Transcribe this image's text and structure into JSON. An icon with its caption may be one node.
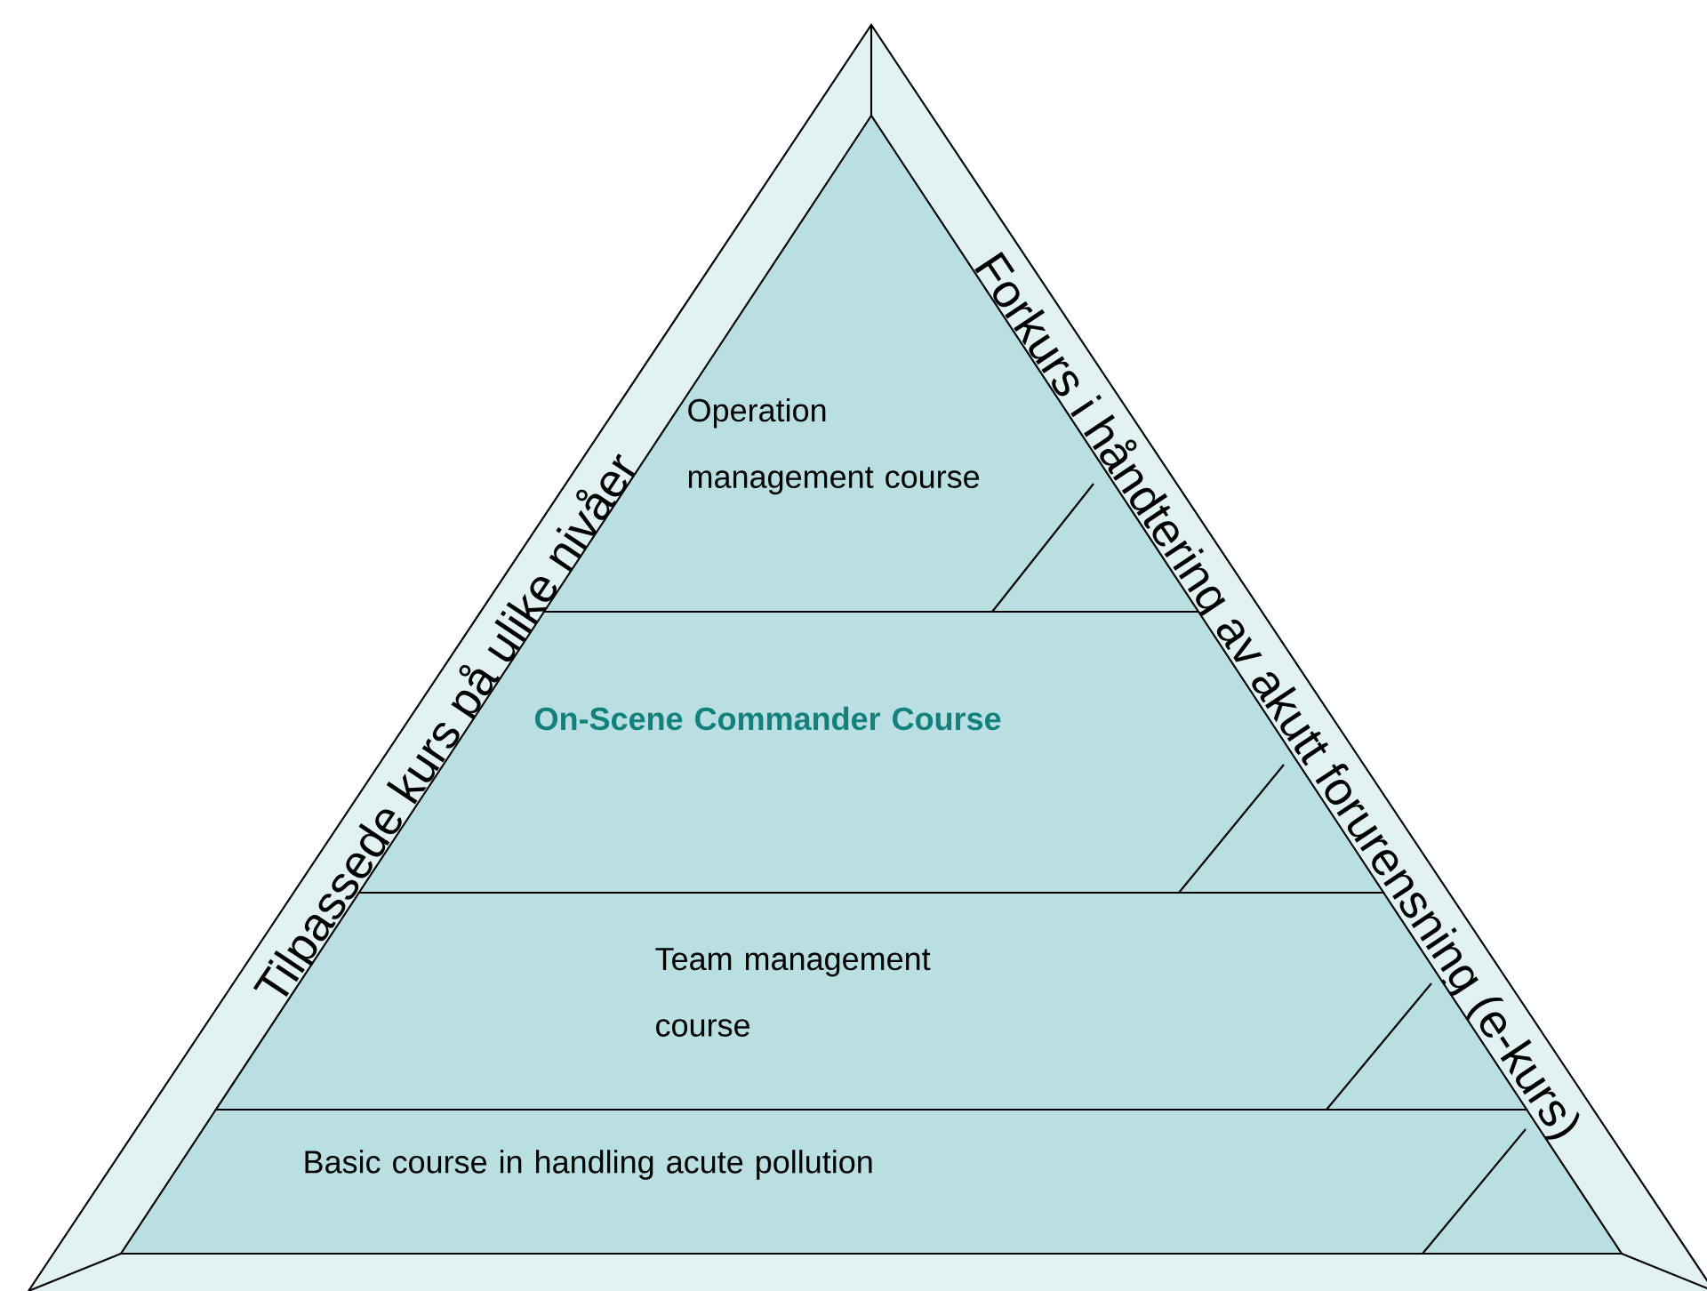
{
  "diagram": {
    "nodes": [
      {
        "text": [
          "Tilpassede kurs på ulike nivåer",
          "Forkurs i håndtering av  akutt forurensning (e-kurs)"
        ]
      },
      {
        "text": [
          "Operation management course"
        ],
        "in": 0
      },
      {
        "text": [
          "On-Scene Commander Course"
        ],
        "in": 0
      },
      {
        "text": [
          "Team management course"
        ],
        "in": 0
      },
      {
        "text": [
          "Basic course in handling acute pollution"
        ],
        "in": 0
      }
    ]
  }
}
